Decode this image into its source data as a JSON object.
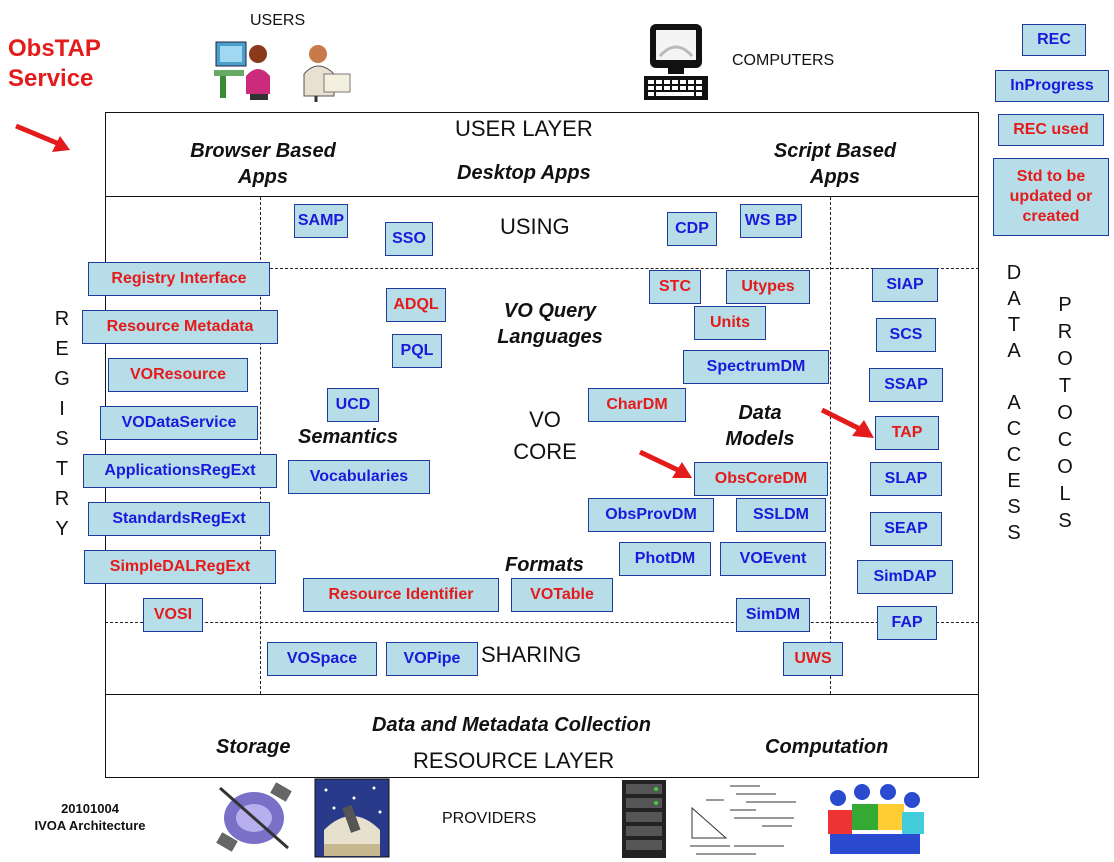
{
  "obstap": {
    "line1": "ObsTAP",
    "line2": "Service"
  },
  "top": {
    "users": "USERS",
    "computers": "COMPUTERS"
  },
  "legend": {
    "rec": "REC",
    "inprogress": "InProgress",
    "rec_used": "REC used",
    "std_update": "Std to be updated or created"
  },
  "layers": {
    "user_layer": "USER LAYER",
    "browser_apps": "Browser Based Apps",
    "desktop_apps": "Desktop Apps",
    "script_apps": "Script Based Apps",
    "using": "USING",
    "sharing": "SHARING",
    "data_metadata": "Data and Metadata Collection",
    "resource_layer": "RESOURCE LAYER",
    "storage": "Storage",
    "computation": "Computation"
  },
  "groups": {
    "vo_query": "VO Query Languages",
    "semantics": "Semantics",
    "vo_core": "VO CORE",
    "data_models": "Data Models",
    "formats": "Formats"
  },
  "registry_letters": [
    "R",
    "E",
    "G",
    "I",
    "S",
    "T",
    "R",
    "Y"
  ],
  "data_access_letters": [
    "D",
    "A",
    "T",
    "A",
    "",
    "A",
    "C",
    "C",
    "E",
    "S",
    "S"
  ],
  "protocols_letters": [
    "P",
    "R",
    "O",
    "T",
    "O",
    "C",
    "O",
    "L",
    "S"
  ],
  "standards": {
    "samp": "SAMP",
    "sso": "SSO",
    "cdp": "CDP",
    "wsbp": "WS BP",
    "registry_interface": "Registry Interface",
    "resource_metadata": "Resource Metadata",
    "voresource": "VOResource",
    "vodataservice": "VODataService",
    "applicationsregext": "ApplicationsRegExt",
    "standardsregext": "StandardsRegExt",
    "simpledalregext": "SimpleDALRegExt",
    "vosi": "VOSI",
    "adql": "ADQL",
    "pql": "PQL",
    "ucd": "UCD",
    "vocabularies": "Vocabularies",
    "stc": "STC",
    "utypes": "Utypes",
    "units": "Units",
    "spectrumdm": "SpectrumDM",
    "chardm": "CharDM",
    "obscoredm": "ObsCoreDM",
    "obsprovdm": "ObsProvDM",
    "ssldm": "SSLDM",
    "photdm": "PhotDM",
    "voevent": "VOEvent",
    "resource_identifier": "Resource Identifier",
    "votable": "VOTable",
    "simdm": "SimDM",
    "uws": "UWS",
    "vospace": "VOSpace",
    "vopipe": "VOPipe",
    "siap": "SIAP",
    "scs": "SCS",
    "ssap": "SSAP",
    "tap": "TAP",
    "slap": "SLAP",
    "seap": "SEAP",
    "simdap": "SimDAP",
    "fap": "FAP"
  },
  "bottom": {
    "date": "20101004",
    "arch": "IVOA Architecture",
    "providers": "PROVIDERS"
  },
  "colors": {
    "box_fill": "#b7dde8",
    "blue_text": "#1a1adb",
    "red_text": "#e31b1b"
  }
}
